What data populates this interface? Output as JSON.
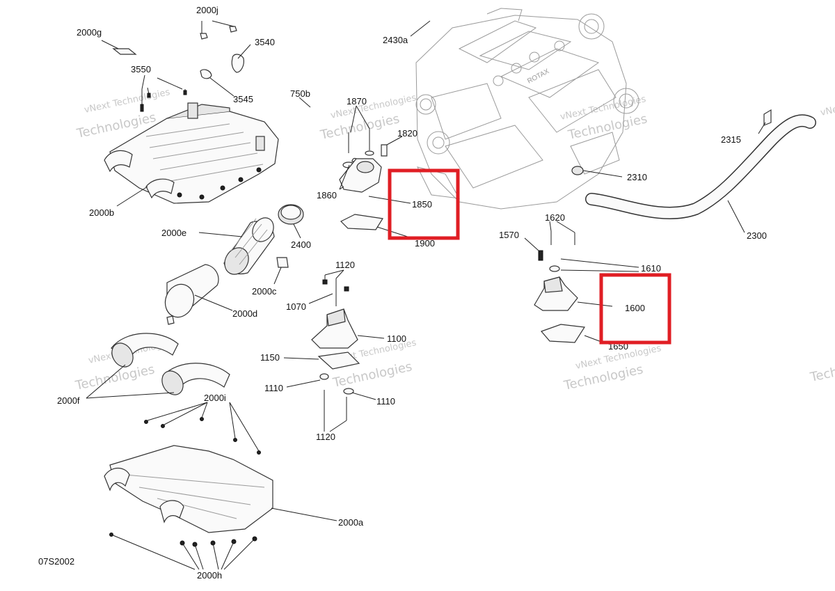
{
  "figure_code": "07S2002",
  "watermark": {
    "line1": "vNext Technologies",
    "line2": "Technologies"
  },
  "engine_brand": "ROTAX",
  "colors": {
    "highlight": "#e01e24",
    "line": "#222222",
    "watermark": "#c8c8c8"
  },
  "labels": {
    "p2000j": "2000j",
    "p2000g": "2000g",
    "p3540": "3540",
    "p3550": "3550",
    "p3545": "3545",
    "p2430a": "2430a",
    "p750b": "750b",
    "p1870": "1870",
    "p1820": "1820",
    "p2315": "2315",
    "p2000b": "2000b",
    "p1860": "1860",
    "p1850": "1850",
    "p2310": "2310",
    "p1900": "1900",
    "p2000e": "2000e",
    "p2400": "2400",
    "p1620": "1620",
    "p1570": "1570",
    "p2300": "2300",
    "p1610": "1610",
    "p1120a": "1120",
    "p2000c": "2000c",
    "p1070": "1070",
    "p1600": "1600",
    "p2000d": "2000d",
    "p1100": "1100",
    "p1650": "1650",
    "p1150": "1150",
    "p1110a": "1110",
    "p1110b": "1110",
    "p2000f": "2000f",
    "p2000i": "2000i",
    "p1120b": "1120",
    "p2000a": "2000a",
    "p2000h": "2000h"
  },
  "highlighted_parts": [
    "1850",
    "1600"
  ]
}
